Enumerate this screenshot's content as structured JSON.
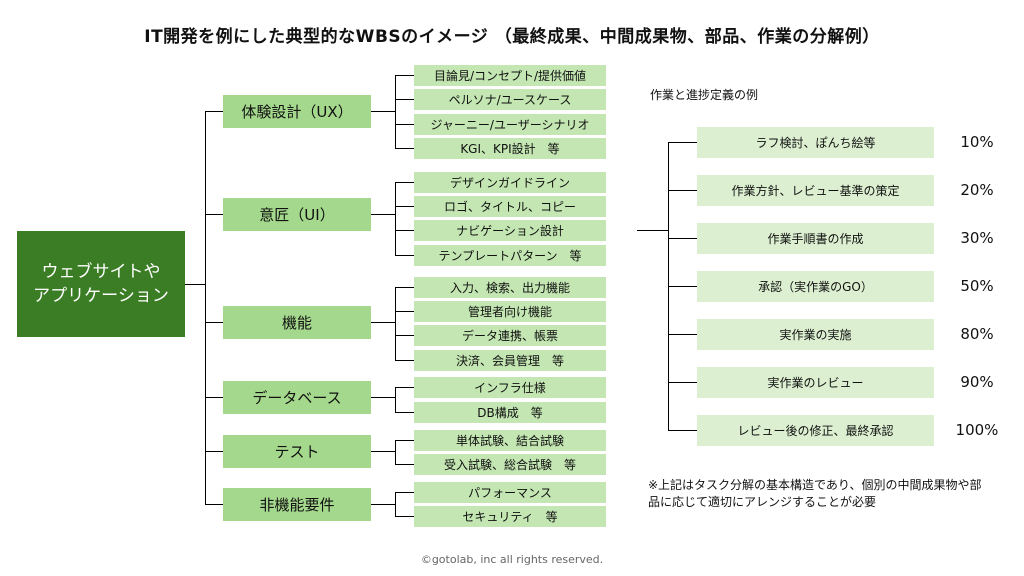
{
  "title": "IT開発を例にした典型的なWBSのイメージ （最終成果、中間成果物、部品、作業の分解例）",
  "root": {
    "line1": "ウェブサイトや",
    "line2": "アプリケーション"
  },
  "categories": [
    {
      "label": "体験設計（UX）",
      "items": [
        "目論見/コンセプト/提供価値",
        "ペルソナ/ユースケース",
        "ジャーニー/ユーザーシナリオ",
        "KGI、KPI設計　等"
      ]
    },
    {
      "label": "意匠（UI）",
      "items": [
        "デザインガイドライン",
        "ロゴ、タイトル、コピー",
        "ナビゲーション設計",
        "テンプレートパターン　等"
      ]
    },
    {
      "label": "機能",
      "items": [
        "入力、検索、出力機能",
        "管理者向け機能",
        "データ連携、帳票",
        "決済、会員管理　等"
      ]
    },
    {
      "label": "データベース",
      "items": [
        "インフラ仕様",
        "DB構成　等"
      ]
    },
    {
      "label": "テスト",
      "items": [
        "単体試験、結合試験",
        "受入試験、総合試験　等"
      ]
    },
    {
      "label": "非機能要件",
      "items": [
        "パフォーマンス",
        "セキュリティ　等"
      ]
    }
  ],
  "progress": {
    "subtitle": "作業と進捗定義の例",
    "steps": [
      {
        "label": "ラフ検討、ぽんち絵等",
        "percent": "10%"
      },
      {
        "label": "作業方針、レビュー基準の策定",
        "percent": "20%"
      },
      {
        "label": "作業手順書の作成",
        "percent": "30%"
      },
      {
        "label": "承認（実作業のGO）",
        "percent": "50%"
      },
      {
        "label": "実作業の実施",
        "percent": "80%"
      },
      {
        "label": "実作業のレビュー",
        "percent": "90%"
      },
      {
        "label": "レビュー後の修正、最終承認",
        "percent": "100%"
      }
    ]
  },
  "note": {
    "line1": "※上記はタスク分解の基本構造であり、個別の中間成果物や部",
    "line2": "品に応じて適切にアレンジすることが必要"
  },
  "copyright": "©gotolab, inc  all rights reserved."
}
